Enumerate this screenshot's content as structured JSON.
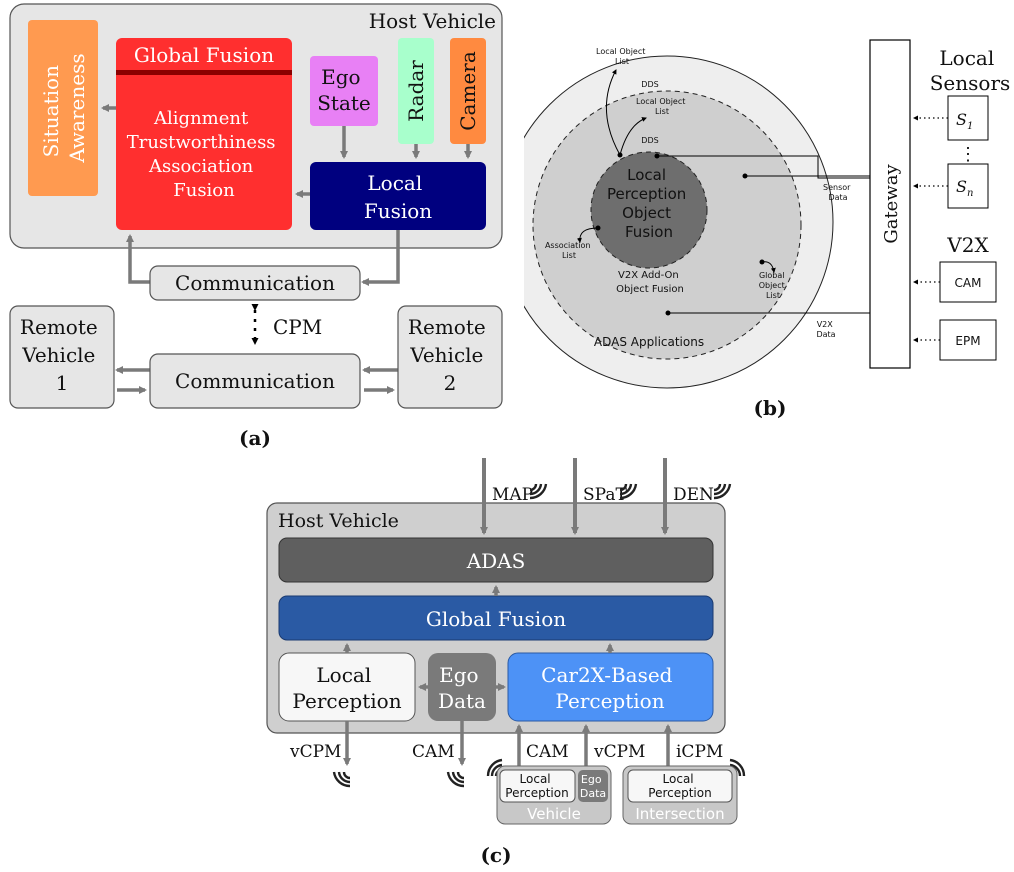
{
  "colors": {
    "panel_gray": "#e6e6e6",
    "dark_gray": "#5f5f5f",
    "red": "#ff2f2f",
    "dark_red": "#8b0000",
    "navy": "#00007f",
    "orange": "#ff9a50",
    "pink": "#e880f5",
    "mint": "#a8ffcc",
    "camera_orange": "#ff8a40",
    "blue_dark": "#2a5aa4",
    "blue_light": "#4d92f6",
    "arrow_gray": "#7a7a7a"
  },
  "panel_a": {
    "caption": "(a)",
    "host_title": "Host Vehicle",
    "situation_awareness": [
      "Situation",
      "Awareness"
    ],
    "global_fusion_header": "Global Fusion",
    "global_fusion_steps": [
      "Alignment",
      "Trustworthiness",
      "Association",
      "Fusion"
    ],
    "ego_state": [
      "Ego",
      "State"
    ],
    "radar": "Radar",
    "camera": "Camera",
    "local_fusion": [
      "Local",
      "Fusion"
    ],
    "communication_top": "Communication",
    "communication_bottom": "Communication",
    "cpm": "CPM",
    "remote_1": [
      "Remote",
      "Vehicle",
      "1"
    ],
    "remote_2": [
      "Remote",
      "Vehicle",
      "2"
    ]
  },
  "panel_b": {
    "caption": "(b)",
    "local_object_list_1": [
      "Local Object",
      "List"
    ],
    "dds_1": "DDS",
    "local_object_list_2": [
      "Local Object",
      "List"
    ],
    "dds_2": "DDS",
    "core": [
      "Local",
      "Perception",
      "Object",
      "Fusion"
    ],
    "association_list": [
      "Association",
      "List"
    ],
    "v2x_addon": [
      "V2X Add-On",
      "Object Fusion"
    ],
    "global_object_list": [
      "Global",
      "Object",
      "List"
    ],
    "adas_applications": "ADAS Applications",
    "sensor_data": [
      "Sensor",
      "Data"
    ],
    "v2x_data": [
      "V2X",
      "Data"
    ],
    "gateway": "Gateway",
    "local_sensors": [
      "Local",
      "Sensors"
    ],
    "s1": "S",
    "s1_sub": "1",
    "sn": "S",
    "sn_sub": "n",
    "vdots": "⋮",
    "v2x": "V2X",
    "cam": "CAM",
    "epm": "EPM"
  },
  "panel_c": {
    "caption": "(c)",
    "host_title": "Host Vehicle",
    "map": "MAP",
    "spat": "SPaT",
    "den": "DEN",
    "adas": "ADAS",
    "global_fusion": "Global Fusion",
    "local_perception": [
      "Local",
      "Perception"
    ],
    "ego_data": [
      "Ego",
      "Data"
    ],
    "car2x": [
      "Car2X-Based",
      "Perception"
    ],
    "vcpm_out": "vCPM",
    "cam_out": "CAM",
    "cam_in": "CAM",
    "vcpm_in": "vCPM",
    "icpm_in": "iCPM",
    "vehicle_local": [
      "Local",
      "Perception"
    ],
    "vehicle_ego": [
      "Ego",
      "Data"
    ],
    "vehicle_label": "Vehicle",
    "intersection_local": [
      "Local",
      "Perception"
    ],
    "intersection_label": "Intersection"
  }
}
